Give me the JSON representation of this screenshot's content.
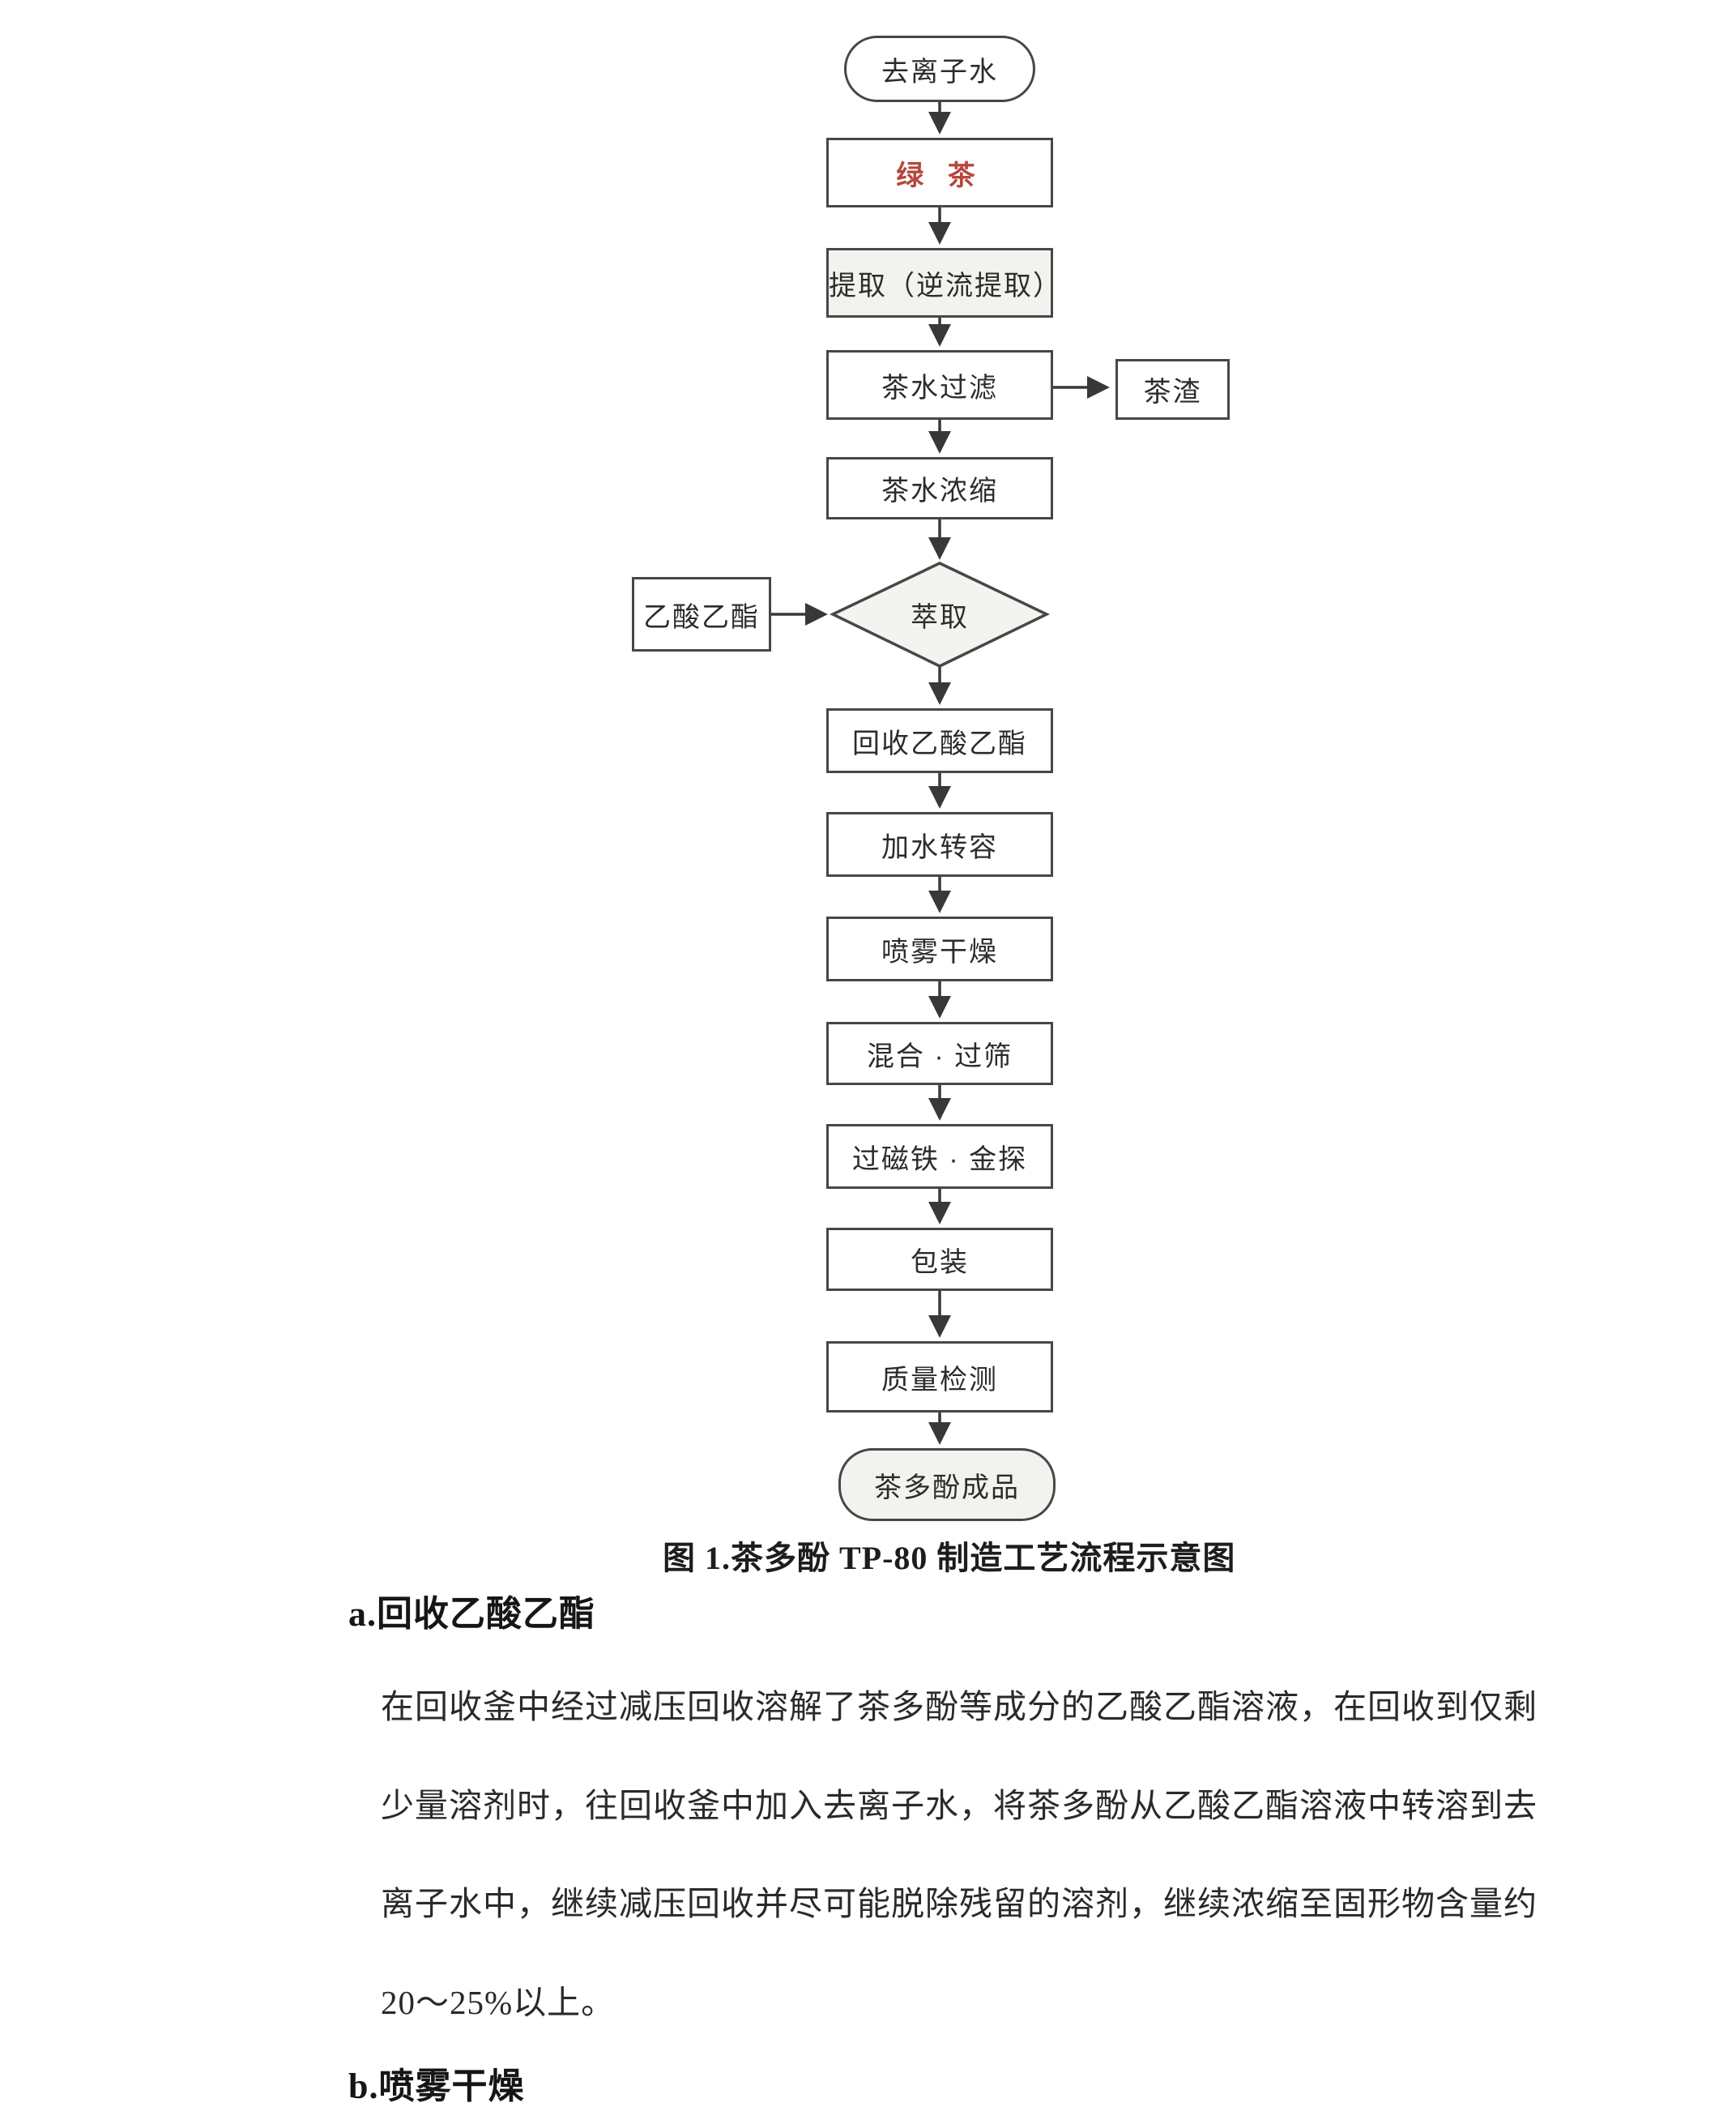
{
  "figure": {
    "nodes": {
      "deionized_water": "去离子水",
      "green_tea": "绿 茶",
      "extraction": "提取（逆流提取）",
      "tea_filter": "茶水过滤",
      "tea_residue": "茶渣",
      "tea_concentrate": "茶水浓缩",
      "ethyl_acetate": "乙酸乙酯",
      "solvent_extraction": "萃取",
      "recover_ethyl_acetate": "回收乙酸乙酯",
      "add_water_transfer": "加水转容",
      "spray_drying": "喷雾干燥",
      "mix_sieve": "混合 · 过筛",
      "magnet_metal_detector": "过磁铁 · 金探",
      "packaging": "包装",
      "quality_inspection": "质量检测",
      "final_product": "茶多酚成品"
    },
    "colors": {
      "green_tea_text": "#b5473e",
      "node_border": "#474747",
      "shaded_fill": "#f2f2ef",
      "arrow": "#383838"
    },
    "caption": "图 1.茶多酚 TP-80 制造工艺流程示意图"
  },
  "sections": [
    {
      "heading": "a.回收乙酸乙酯",
      "lines": [
        "在回收釜中经过减压回收溶解了茶多酚等成分的乙酸乙酯溶液，在回收到仅剩",
        "少量溶剂时，往回收釜中加入去离子水，将茶多酚从乙酸乙酯溶液中转溶到去",
        "离子水中，继续减压回收并尽可能脱除残留的溶剂，继续浓缩至固形物含量约",
        "20～25%以上。"
      ]
    },
    {
      "heading": "b.喷雾干燥"
    }
  ]
}
